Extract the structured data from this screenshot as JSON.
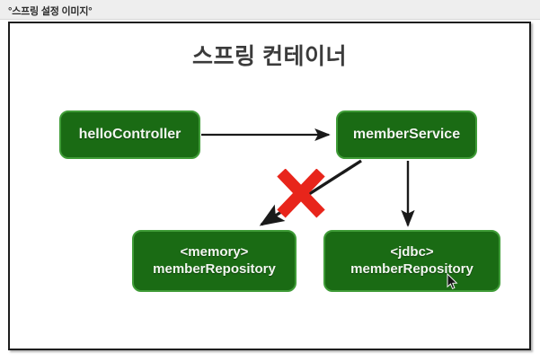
{
  "caption": {
    "text": "°스프링 설정 이미지°"
  },
  "diagram": {
    "title": "스프링 컨테이너",
    "colors": {
      "node_fill": "#1a6b14",
      "node_border": "#3f9c37",
      "node_text": "#f2f7f0",
      "arrow": "#1a1a1a",
      "x_mark": "#e8251b",
      "canvas_border": "#1d1d1d",
      "caption_bar": "#eeeeee"
    },
    "nodes": [
      {
        "id": "hello-controller",
        "lines": [
          "helloController"
        ]
      },
      {
        "id": "member-service",
        "lines": [
          "memberService"
        ]
      },
      {
        "id": "memory-repository",
        "lines": [
          "<memory>",
          "memberRepository"
        ]
      },
      {
        "id": "jdbc-repository",
        "lines": [
          "<jdbc>",
          "memberRepository"
        ]
      }
    ],
    "edges": [
      {
        "id": "hello-to-service",
        "from": "hello-controller",
        "to": "member-service",
        "style": "solid-arrow",
        "crossed_out": false
      },
      {
        "id": "service-to-memory",
        "from": "member-service",
        "to": "memory-repository",
        "style": "solid-arrow",
        "crossed_out": true
      },
      {
        "id": "service-to-jdbc",
        "from": "member-service",
        "to": "jdbc-repository",
        "style": "solid-arrow",
        "crossed_out": false
      }
    ],
    "annotations": [
      {
        "id": "x-mark",
        "symbol": "x-mark-icon",
        "meaning": "disabled-connection"
      }
    ]
  },
  "cursor": {
    "icon": "mouse-pointer-icon"
  },
  "bottom_note": {
    "text": ""
  }
}
